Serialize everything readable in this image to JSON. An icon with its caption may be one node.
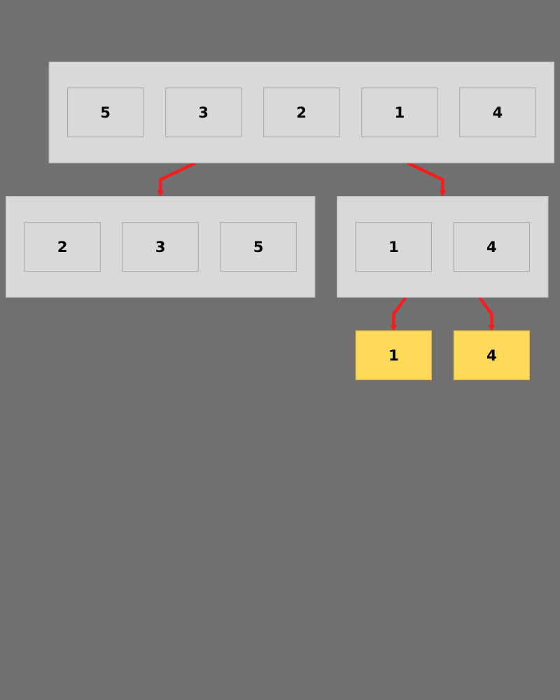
{
  "diagram": {
    "nodes": [
      {
        "text": [],
        "shape": "box"
      },
      {
        "text": [
          "5"
        ],
        "in": 0
      },
      {
        "text": [
          "3"
        ],
        "in": 0
      },
      {
        "text": [
          "2"
        ],
        "in": 0
      },
      {
        "text": [
          "1"
        ],
        "in": 0
      },
      {
        "text": [
          "4"
        ],
        "in": 0
      },
      {
        "text": [],
        "shape": "box"
      },
      {
        "text": [
          "2"
        ],
        "in": 6
      },
      {
        "text": [
          "3"
        ],
        "in": 6
      },
      {
        "text": [
          "5"
        ],
        "in": 6
      },
      {
        "text": [],
        "shape": "box"
      },
      {
        "text": [
          "1"
        ],
        "in": 10
      },
      {
        "text": [
          "4"
        ],
        "in": 10
      },
      {
        "text": [
          "1"
        ]
      },
      {
        "text": [
          "4"
        ]
      }
    ],
    "edges": [
      {
        "from": 0,
        "to": 6,
        "arrow": "to"
      },
      {
        "from": 0,
        "to": 10,
        "arrow": "to"
      },
      {
        "from": 10,
        "to": 13,
        "arrow": "to"
      },
      {
        "from": 10,
        "to": 14,
        "arrow": "to"
      }
    ]
  }
}
